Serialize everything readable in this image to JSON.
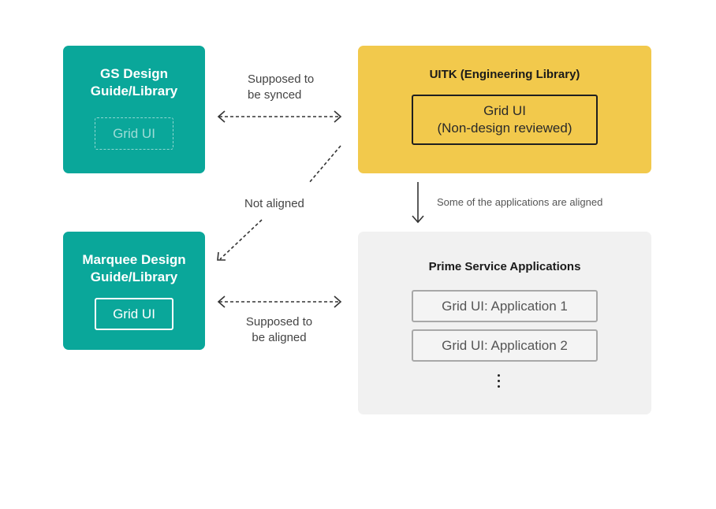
{
  "gs_box": {
    "title": "GS Design\nGuide/Library",
    "chip": "Grid UI"
  },
  "marquee_box": {
    "title": "Marquee Design\nGuide/Library",
    "chip": "Grid UI"
  },
  "uitk_box": {
    "title": "UITK (Engineering Library)",
    "chip": "Grid UI\n(Non-design reviewed)"
  },
  "prime_box": {
    "title": "Prime Service Applications",
    "apps": [
      "Grid UI: Application 1",
      "Grid UI: Application 2"
    ]
  },
  "labels": {
    "synced": "Supposed to\nbe synced",
    "not_aligned": "Not aligned",
    "aligned": "Supposed to\nbe aligned",
    "some_aligned": "Some of the applications are aligned"
  },
  "colors": {
    "teal": "#0aa79a",
    "yellow": "#f2c94c",
    "grey_panel": "#f1f1f1"
  }
}
